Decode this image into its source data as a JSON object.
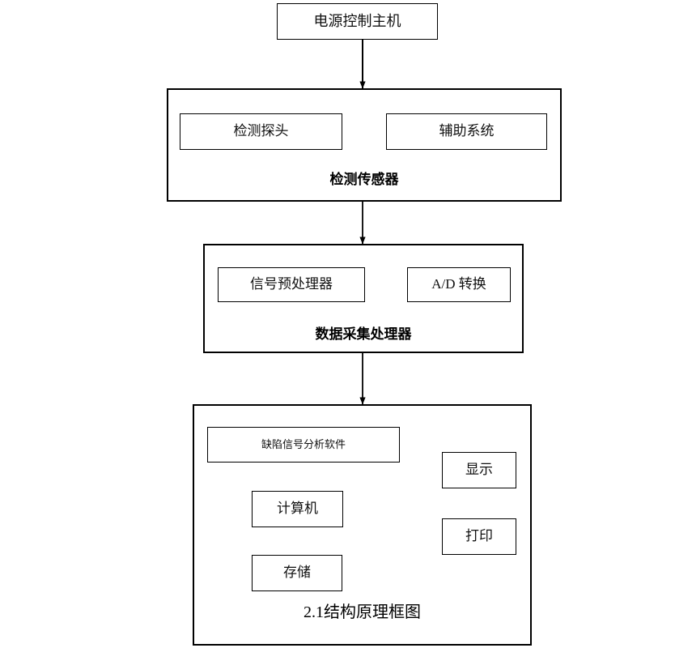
{
  "diagram": {
    "caption": "2.1结构原理框图",
    "colors": {
      "stroke": "#000000",
      "arrow_gray": "#555555",
      "background": "#ffffff",
      "text": "#111111"
    },
    "nodes": {
      "power_host": "电源控制主机",
      "detect_probe": "检测探头",
      "aux_system": "辅助系统",
      "sensor_group": "检测传感器",
      "signal_preprocessor": "信号预处理器",
      "ad_conversion": "A/D 转换",
      "daq_group": "数据采集处理器",
      "defect_analysis_software": "缺陷信号分析软件",
      "computer": "计算机",
      "storage": "存储",
      "display": "显示",
      "print": "打印"
    },
    "edges": [
      {
        "name": "power-to-sensor",
        "from": "电源控制主机",
        "to": "检测传感器",
        "style": "arrow-down"
      },
      {
        "name": "aux-to-probe",
        "from": "辅助系统",
        "to": "检测探头",
        "style": "arrow-left"
      },
      {
        "name": "sensor-to-daq",
        "from": "检测传感器",
        "to": "数据采集处理器",
        "style": "arrow-down"
      },
      {
        "name": "preprocessor-to-ad",
        "from": "信号预处理器",
        "to": "A/D 转换",
        "style": "arrow-right"
      },
      {
        "name": "daq-to-computer-group",
        "from": "数据采集处理器",
        "to": "计算机",
        "style": "arrow-down"
      },
      {
        "name": "computer-to-software",
        "from": "计算机",
        "to": "缺陷信号分析软件",
        "style": "arrow-up"
      },
      {
        "name": "software-to-computer",
        "from": "缺陷信号分析软件",
        "to": "计算机",
        "style": "arrow-down"
      },
      {
        "name": "computer-to-storage",
        "from": "计算机",
        "to": "存储",
        "style": "arrow-down"
      },
      {
        "name": "computer-to-display",
        "from": "计算机",
        "to": "显示",
        "style": "arrow-right-branch"
      },
      {
        "name": "computer-to-print",
        "from": "计算机",
        "to": "打印",
        "style": "arrow-right-branch"
      }
    ]
  }
}
